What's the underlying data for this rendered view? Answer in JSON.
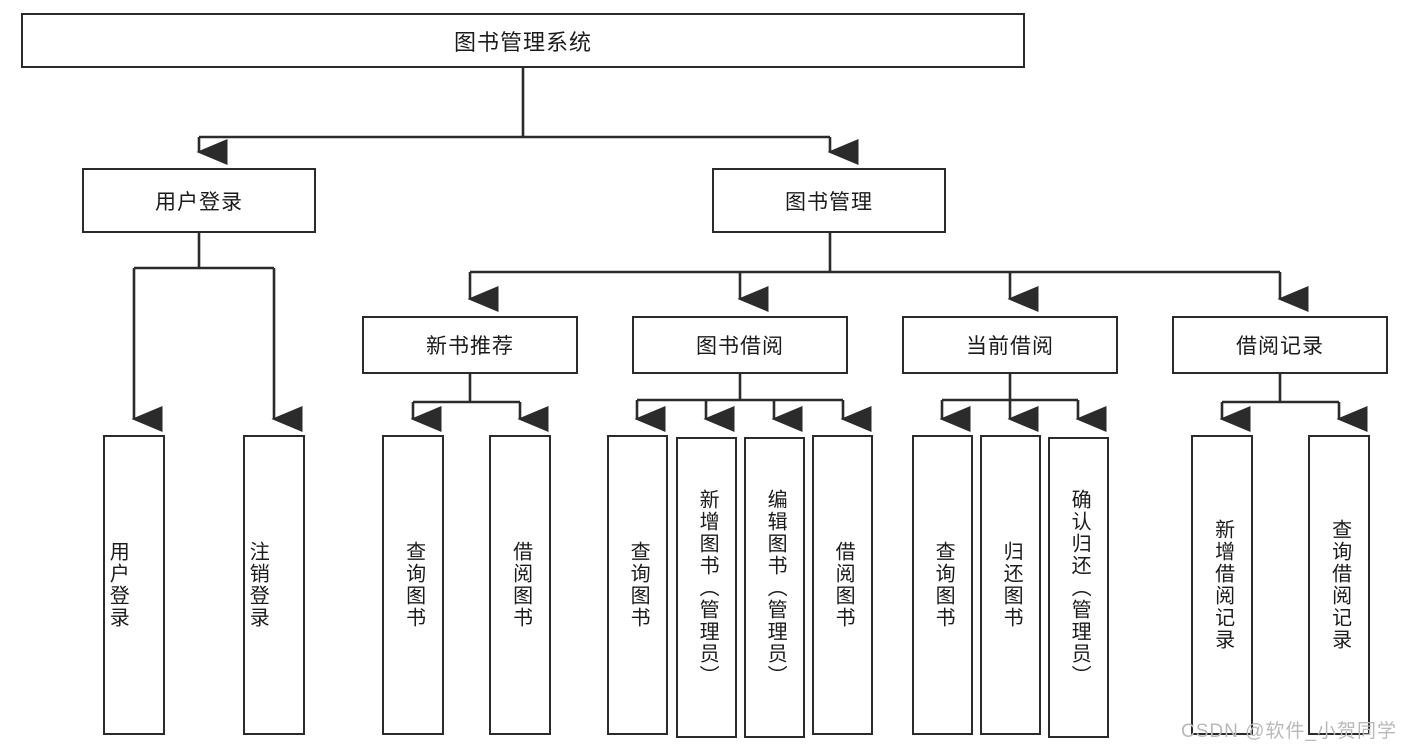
{
  "diagram": {
    "title": "图书管理系统",
    "type": "tree-hierarchy",
    "watermark": "CSDN @软件_小贺同学",
    "colors": {
      "stroke": "#2b2b2b",
      "fill": "#ffffff",
      "text": "#1b1b1b",
      "watermark": "#b9b9b9"
    },
    "nodes": {
      "root": {
        "label": "图书管理系统",
        "level": 1
      },
      "l2": [
        {
          "id": "user-login",
          "label": "用户登录"
        },
        {
          "id": "book-manage",
          "label": "图书管理"
        }
      ],
      "l3": [
        {
          "id": "new-book-rec",
          "label": "新书推荐"
        },
        {
          "id": "book-borrow",
          "label": "图书借阅"
        },
        {
          "id": "current-borrow",
          "label": "当前借阅"
        },
        {
          "id": "borrow-record",
          "label": "借阅记录"
        }
      ],
      "leaves": {
        "user-login": [
          {
            "id": "leaf-user-login",
            "label": "用户登录"
          },
          {
            "id": "leaf-logout",
            "label": "注销登录"
          }
        ],
        "new-book-rec": [
          {
            "id": "leaf-query-book-1",
            "label": "查询图书"
          },
          {
            "id": "leaf-borrow-book-1",
            "label": "借阅图书"
          }
        ],
        "book-borrow": [
          {
            "id": "leaf-query-book-2",
            "label": "查询图书"
          },
          {
            "id": "leaf-add-book",
            "label": "新增图书（管理员）"
          },
          {
            "id": "leaf-edit-book",
            "label": "编辑图书（管理员）"
          },
          {
            "id": "leaf-borrow-book-2",
            "label": "借阅图书"
          }
        ],
        "current-borrow": [
          {
            "id": "leaf-query-book-3",
            "label": "查询图书"
          },
          {
            "id": "leaf-return-book",
            "label": "归还图书"
          },
          {
            "id": "leaf-confirm-return",
            "label": "确认归还（管理员）"
          }
        ],
        "borrow-record": [
          {
            "id": "leaf-add-record",
            "label": "新增借阅记录"
          },
          {
            "id": "leaf-query-record",
            "label": "查询借阅记录"
          }
        ]
      }
    }
  }
}
